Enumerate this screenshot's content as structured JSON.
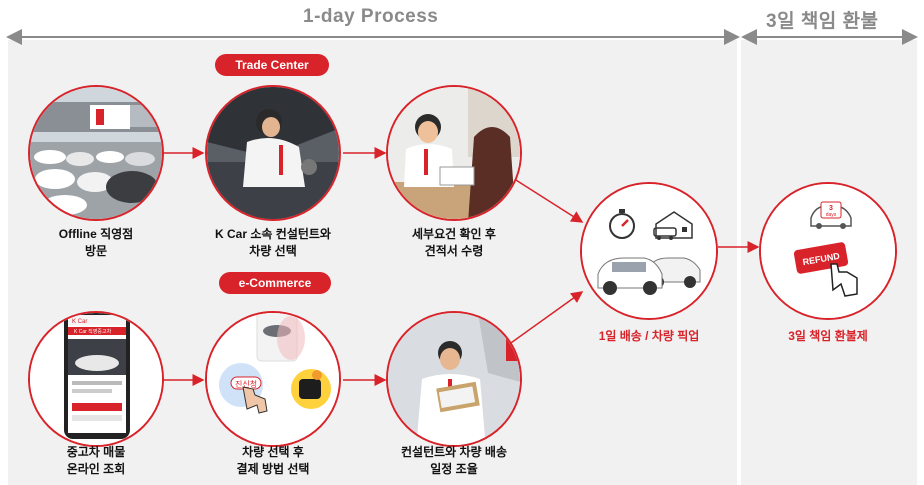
{
  "headers": {
    "process": "1-day Process",
    "refund": "3일 책임 환불"
  },
  "pills": {
    "trade": "Trade Center",
    "ecommerce": "e-Commerce"
  },
  "steps": [
    {
      "label": "Offline 직영점\n방문"
    },
    {
      "label": "K Car 소속 컨설턴트와\n차량 선택"
    },
    {
      "label": "세부요건 확인 후\n견적서 수령"
    },
    {
      "label": "중고차 매물\n온라인 조회"
    },
    {
      "label": "차량 선택 후\n결제 방법 선택"
    },
    {
      "label": "컨설턴트와 차량 배송\n일정 조율"
    },
    {
      "label": "1일 배송 / 차량 픽업"
    },
    {
      "label": "3일 책임 환불제"
    }
  ],
  "phone": {
    "brand": "K Car",
    "title": "K Car 직영중고차"
  },
  "app_btn": "진신청",
  "refund_button": "REFUND",
  "refund_days_top": "3",
  "refund_days_bottom": "days",
  "colors": {
    "accent": "#d8232a",
    "header": "#8a8a8a",
    "panel": "#f1f1f1"
  }
}
